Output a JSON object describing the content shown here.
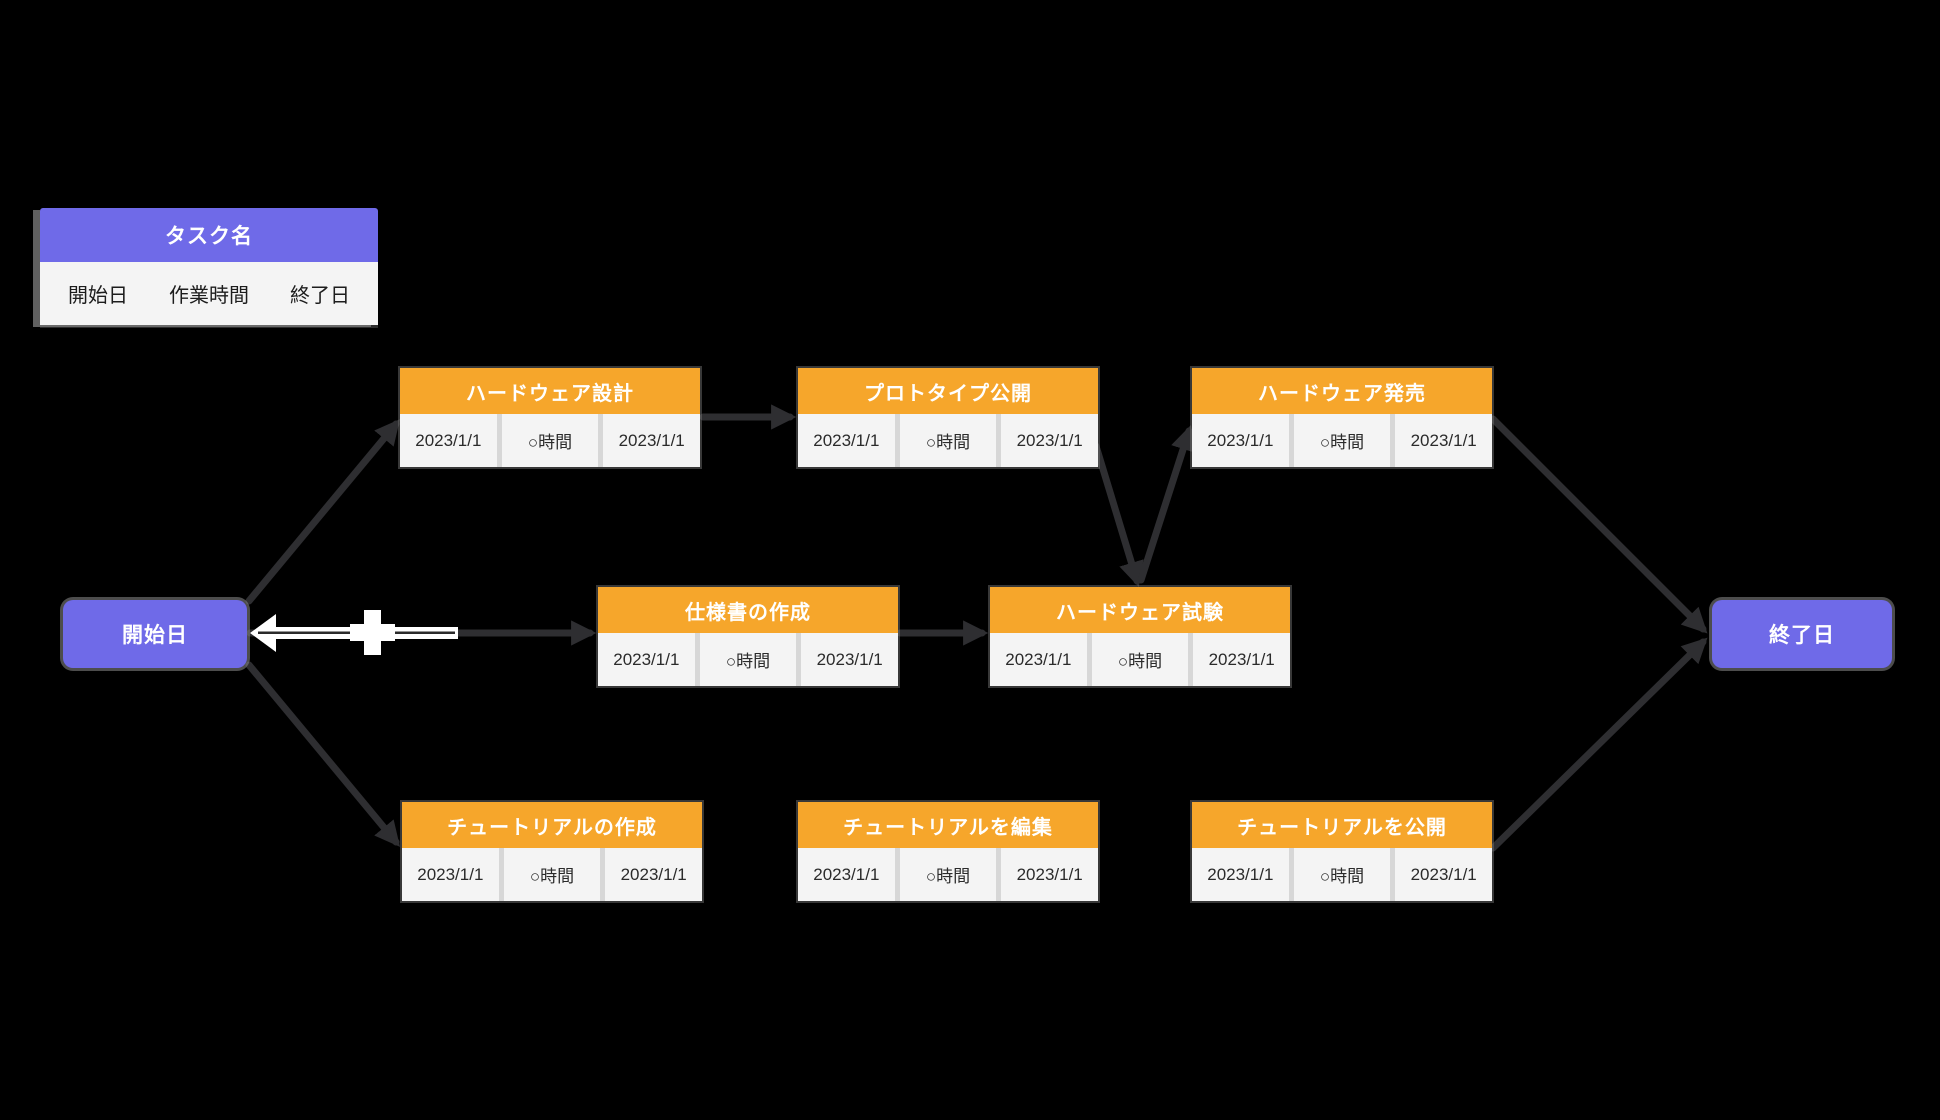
{
  "colors": {
    "background": "#000000",
    "accent_purple": "#6F6AE8",
    "accent_orange": "#F6A62B",
    "node_body": "#F4F4F4",
    "arrow": "#2E2E31",
    "header_text": "#FFFFFF"
  },
  "legend": {
    "title": "タスク名",
    "fields": [
      "開始日",
      "作業時間",
      "終了日"
    ]
  },
  "nodes": {
    "start": {
      "label": "開始日"
    },
    "end": {
      "label": "終了日"
    }
  },
  "tasks": [
    {
      "name": "ハードウェア設計",
      "start": "2023/1/1",
      "duration": "○時間",
      "end": "2023/1/1"
    },
    {
      "name": "プロトタイプ公開",
      "start": "2023/1/1",
      "duration": "○時間",
      "end": "2023/1/1"
    },
    {
      "name": "ハードウェア発売",
      "start": "2023/1/1",
      "duration": "○時間",
      "end": "2023/1/1"
    },
    {
      "name": "仕様書の作成",
      "start": "2023/1/1",
      "duration": "○時間",
      "end": "2023/1/1"
    },
    {
      "name": "ハードウェア試験",
      "start": "2023/1/1",
      "duration": "○時間",
      "end": "2023/1/1"
    },
    {
      "name": "チュートリアルの作成",
      "start": "2023/1/1",
      "duration": "○時間",
      "end": "2023/1/1"
    },
    {
      "name": "チュートリアルを編集",
      "start": "2023/1/1",
      "duration": "○時間",
      "end": "2023/1/1"
    },
    {
      "name": "チュートリアルを公開",
      "start": "2023/1/1",
      "duration": "○時間",
      "end": "2023/1/1"
    }
  ],
  "edges": [
    {
      "from": "開始日",
      "to": "ハードウェア設計"
    },
    {
      "from": "開始日",
      "to": "仕様書の作成"
    },
    {
      "from": "開始日",
      "to": "チュートリアルの作成"
    },
    {
      "from": "ハードウェア設計",
      "to": "プロトタイプ公開"
    },
    {
      "from": "プロトタイプ公開",
      "to": "ハードウェア試験"
    },
    {
      "from": "仕様書の作成",
      "to": "ハードウェア試験"
    },
    {
      "from": "ハードウェア試験",
      "to": "ハードウェア発売"
    },
    {
      "from": "ハードウェア発売",
      "to": "終了日"
    },
    {
      "from": "チュートリアルの作成",
      "to": "チュートリアルを編集"
    },
    {
      "from": "チュートリアルを編集",
      "to": "チュートリアルを公開"
    },
    {
      "from": "チュートリアルを公開",
      "to": "終了日"
    }
  ]
}
